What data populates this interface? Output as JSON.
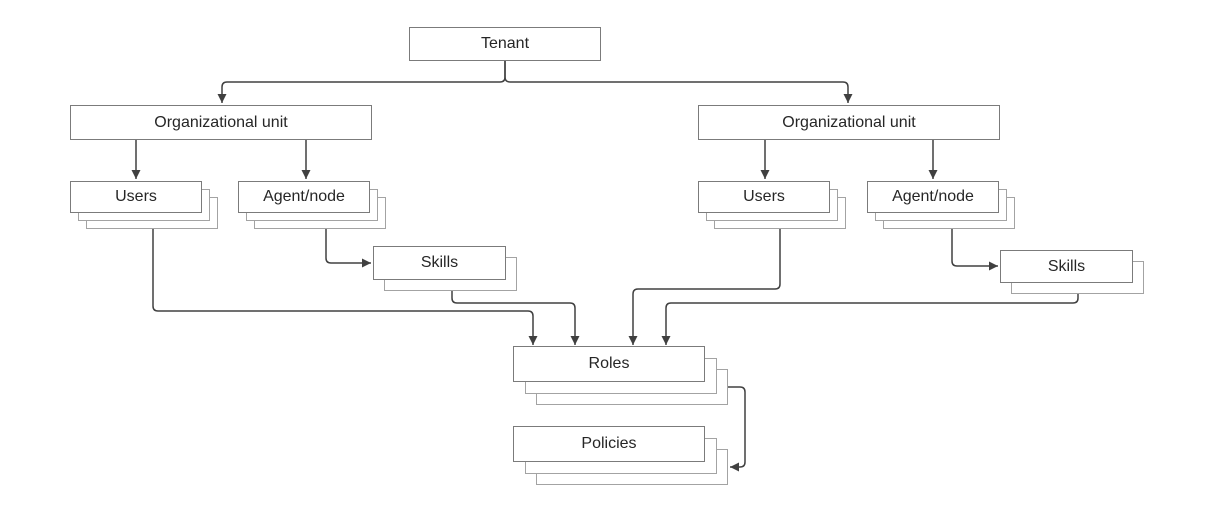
{
  "diagram": {
    "nodes": {
      "tenant": {
        "label": "Tenant"
      },
      "ou_left": {
        "label": "Organizational unit"
      },
      "ou_right": {
        "label": "Organizational unit"
      },
      "users_left": {
        "label": "Users"
      },
      "agent_left": {
        "label": "Agent/node"
      },
      "skills_left": {
        "label": "Skills"
      },
      "users_right": {
        "label": "Users"
      },
      "agent_right": {
        "label": "Agent/node"
      },
      "skills_right": {
        "label": "Skills"
      },
      "roles": {
        "label": "Roles"
      },
      "policies": {
        "label": "Policies"
      }
    },
    "colors": {
      "background": "#ffffff",
      "box_fill": "#ffffff",
      "box_border": "#7b7b7b",
      "ghost_border": "#a3a3a3",
      "text": "#262626",
      "line": "#404040"
    }
  }
}
